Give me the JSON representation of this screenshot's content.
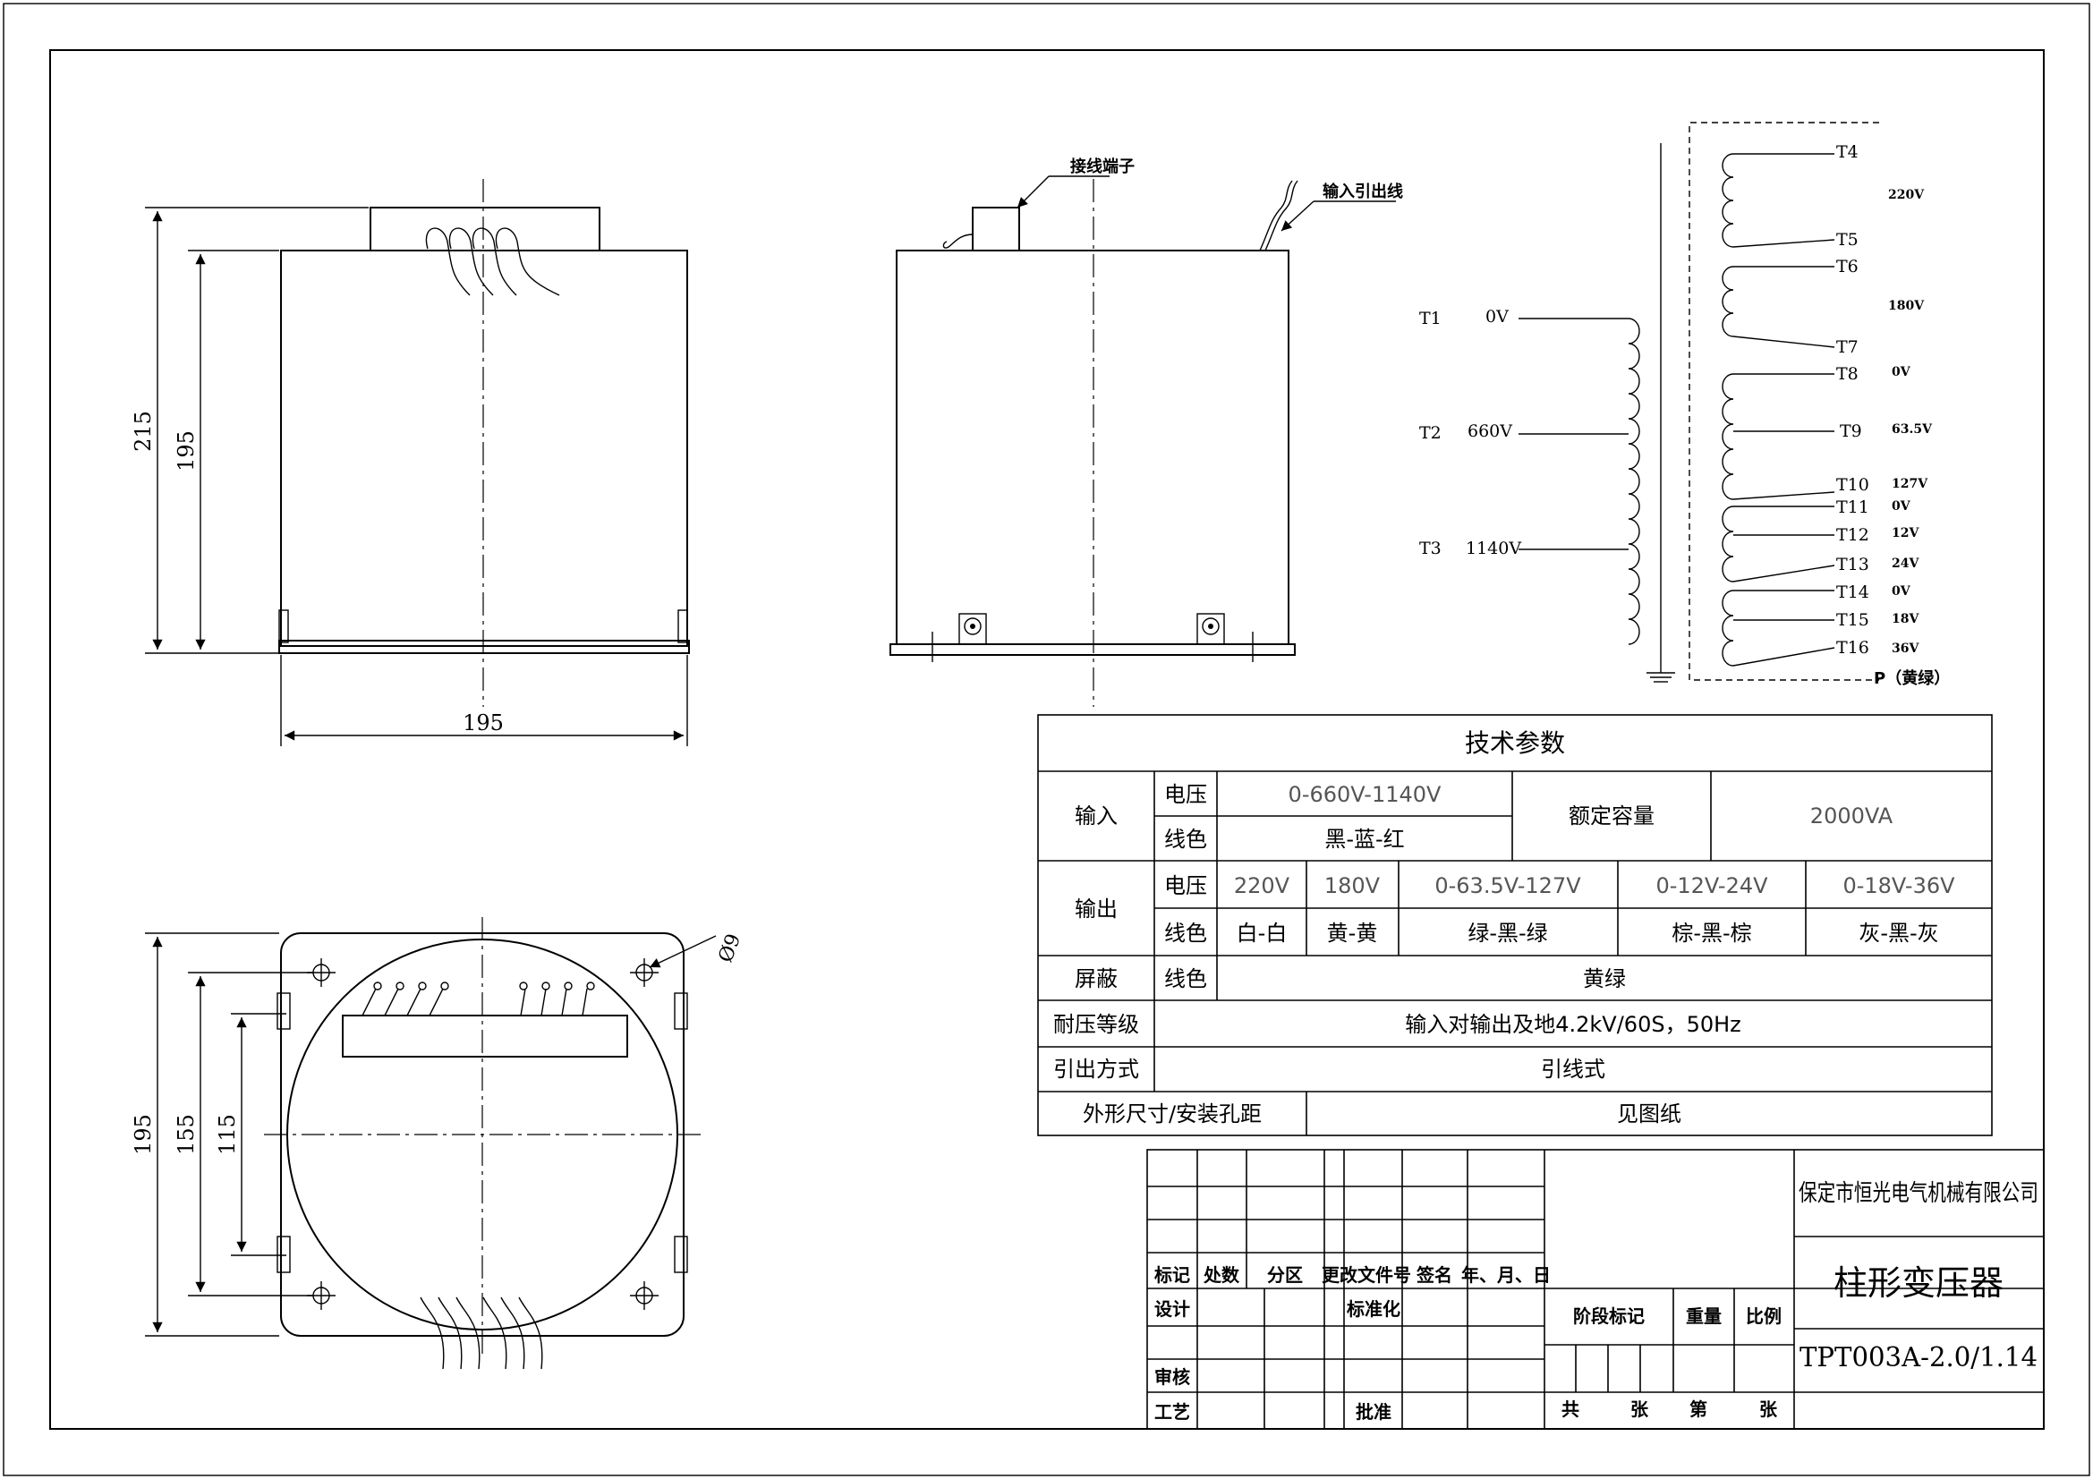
{
  "views": {
    "front": {
      "dim_height_total": "215",
      "dim_height_body": "195",
      "dim_width": "195"
    },
    "side": {
      "terminal_box_label": "接线端子",
      "input_lead_label": "输入引出线"
    },
    "bottom": {
      "dim_outer": "195",
      "dim_holes": "155",
      "dim_inner": "115",
      "hole_label": "Ø9"
    }
  },
  "schematic": {
    "primary": [
      {
        "tap": "T1",
        "voltage": "0V"
      },
      {
        "tap": "T2",
        "voltage": "660V"
      },
      {
        "tap": "T3",
        "voltage": "1140V"
      }
    ],
    "secondary_taps": [
      "T4",
      "T5",
      "T6",
      "T7",
      "T8",
      "T9",
      "T10",
      "T11",
      "T12",
      "T13",
      "T14",
      "T15",
      "T16"
    ],
    "secondary_voltages": {
      "w1": "220V",
      "w2": "180V",
      "t8": "0V",
      "t9": "63.5V",
      "t10": "127V",
      "t11": "0V",
      "t12": "12V",
      "t13": "24V",
      "t14": "0V",
      "t15": "18V",
      "t16": "36V"
    },
    "shield_terminal": "P（黄绿）"
  },
  "spec_table": {
    "title": "技术参数",
    "input_label": "输入",
    "voltage_label": "电压",
    "wire_color_label": "线色",
    "input_voltage": "0-660V-1140V",
    "rated_capacity_label": "额定容量",
    "rated_capacity": "2000VA",
    "input_colors": "黑-蓝-红",
    "output_label": "输出",
    "outputs": [
      {
        "voltage": "220V",
        "colors": "白-白"
      },
      {
        "voltage": "180V",
        "colors": "黄-黄"
      },
      {
        "voltage": "0-63.5V-127V",
        "colors": "绿-黑-绿"
      },
      {
        "voltage": "0-12V-24V",
        "colors": "棕-黑-棕"
      },
      {
        "voltage": "0-18V-36V",
        "colors": "灰-黑-灰"
      }
    ],
    "shield_label": "屏蔽",
    "shield_color": "黄绿",
    "withstand_label": "耐压等级",
    "withstand_value": "输入对输出及地4.2kV/60S，50Hz",
    "leadout_label": "引出方式",
    "leadout_value": "引线式",
    "dims_label": "外形尺寸/安装孔距",
    "dims_value": "见图纸"
  },
  "title_block": {
    "company": "保定市恒光电气机械有限公司",
    "product_name": "柱形变压器",
    "drawing_no": "TPT003A-2.0/1.14",
    "rev_headers": [
      "标记",
      "处数",
      "分区",
      "更改文件号",
      "签名",
      "年、月、日"
    ],
    "design": "设计",
    "standardize": "标准化",
    "review": "审核",
    "process": "工艺",
    "approve": "批准",
    "stage_mark": "阶段标记",
    "weight": "重量",
    "scale": "比例",
    "total": "共",
    "sheets": "张",
    "sheet_no": "第",
    "sheet_unit": "张"
  }
}
